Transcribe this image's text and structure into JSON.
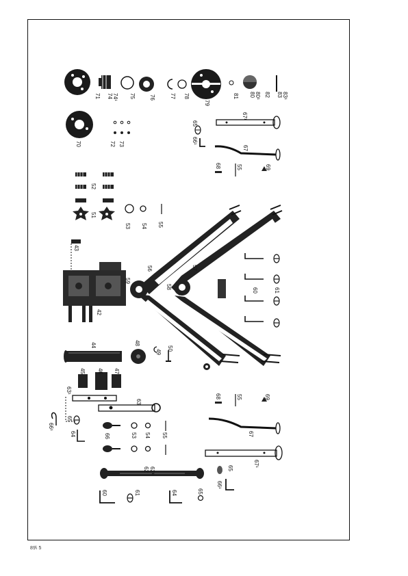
{
  "page_code": "89\\ 5",
  "callouts": [
    {
      "id": "c71",
      "label": "71"
    },
    {
      "id": "c74",
      "label": "74"
    },
    {
      "id": "c74a",
      "label": "74¹"
    },
    {
      "id": "c75",
      "label": "75"
    },
    {
      "id": "c76",
      "label": "76"
    },
    {
      "id": "c77",
      "label": "77"
    },
    {
      "id": "c78",
      "label": "78"
    },
    {
      "id": "c79",
      "label": "79"
    },
    {
      "id": "c81",
      "label": "81"
    },
    {
      "id": "c80",
      "label": "80"
    },
    {
      "id": "c80a",
      "label": "80¹"
    },
    {
      "id": "c82",
      "label": "82"
    },
    {
      "id": "c83",
      "label": "83"
    },
    {
      "id": "c83a",
      "label": "83¹"
    },
    {
      "id": "c70",
      "label": "70"
    },
    {
      "id": "c72",
      "label": "72"
    },
    {
      "id": "c73",
      "label": "73"
    },
    {
      "id": "c65t",
      "label": "65"
    },
    {
      "id": "c67at",
      "label": "67¹"
    },
    {
      "id": "c66at",
      "label": "66¹"
    },
    {
      "id": "c67t",
      "label": "67"
    },
    {
      "id": "c68t",
      "label": "68"
    },
    {
      "id": "c55t",
      "label": "55"
    },
    {
      "id": "c69t",
      "label": "69"
    },
    {
      "id": "c52",
      "label": "52"
    },
    {
      "id": "c51",
      "label": "51"
    },
    {
      "id": "c53t",
      "label": "53"
    },
    {
      "id": "c54t",
      "label": "54"
    },
    {
      "id": "c55m",
      "label": "55"
    },
    {
      "id": "c43",
      "label": "43"
    },
    {
      "id": "c42",
      "label": "42"
    },
    {
      "id": "c59",
      "label": "59"
    },
    {
      "id": "c56",
      "label": "56"
    },
    {
      "id": "c57",
      "label": "57"
    },
    {
      "id": "c58",
      "label": "58"
    },
    {
      "id": "c60m",
      "label": "60"
    },
    {
      "id": "c61m",
      "label": "61"
    },
    {
      "id": "c44",
      "label": "44"
    },
    {
      "id": "c48",
      "label": "48"
    },
    {
      "id": "c49",
      "label": "49"
    },
    {
      "id": "c50",
      "label": "50"
    },
    {
      "id": "c45",
      "label": "45"
    },
    {
      "id": "c46",
      "label": "46"
    },
    {
      "id": "c47",
      "label": "47"
    },
    {
      "id": "c63a",
      "label": "63¹"
    },
    {
      "id": "c63",
      "label": "63"
    },
    {
      "id": "c66ab",
      "label": "66¹"
    },
    {
      "id": "c65b",
      "label": "65"
    },
    {
      "id": "c64b",
      "label": "64"
    },
    {
      "id": "c66b",
      "label": "66"
    },
    {
      "id": "c53b",
      "label": "53"
    },
    {
      "id": "c54b",
      "label": "54"
    },
    {
      "id": "c55b",
      "label": "55"
    },
    {
      "id": "c68b",
      "label": "68"
    },
    {
      "id": "c55bb",
      "label": "55"
    },
    {
      "id": "c69b",
      "label": "69"
    },
    {
      "id": "c67b",
      "label": "67"
    },
    {
      "id": "c65bb",
      "label": "65"
    },
    {
      "id": "c67ab",
      "label": "67¹"
    },
    {
      "id": "c66abb",
      "label": "66¹"
    },
    {
      "id": "c62",
      "label": "62"
    },
    {
      "id": "c62a",
      "label": "62¹"
    },
    {
      "id": "c60b",
      "label": "60"
    },
    {
      "id": "c61b",
      "label": "61"
    },
    {
      "id": "c64bb",
      "label": "64"
    },
    {
      "id": "c65bbb",
      "label": "65"
    }
  ]
}
